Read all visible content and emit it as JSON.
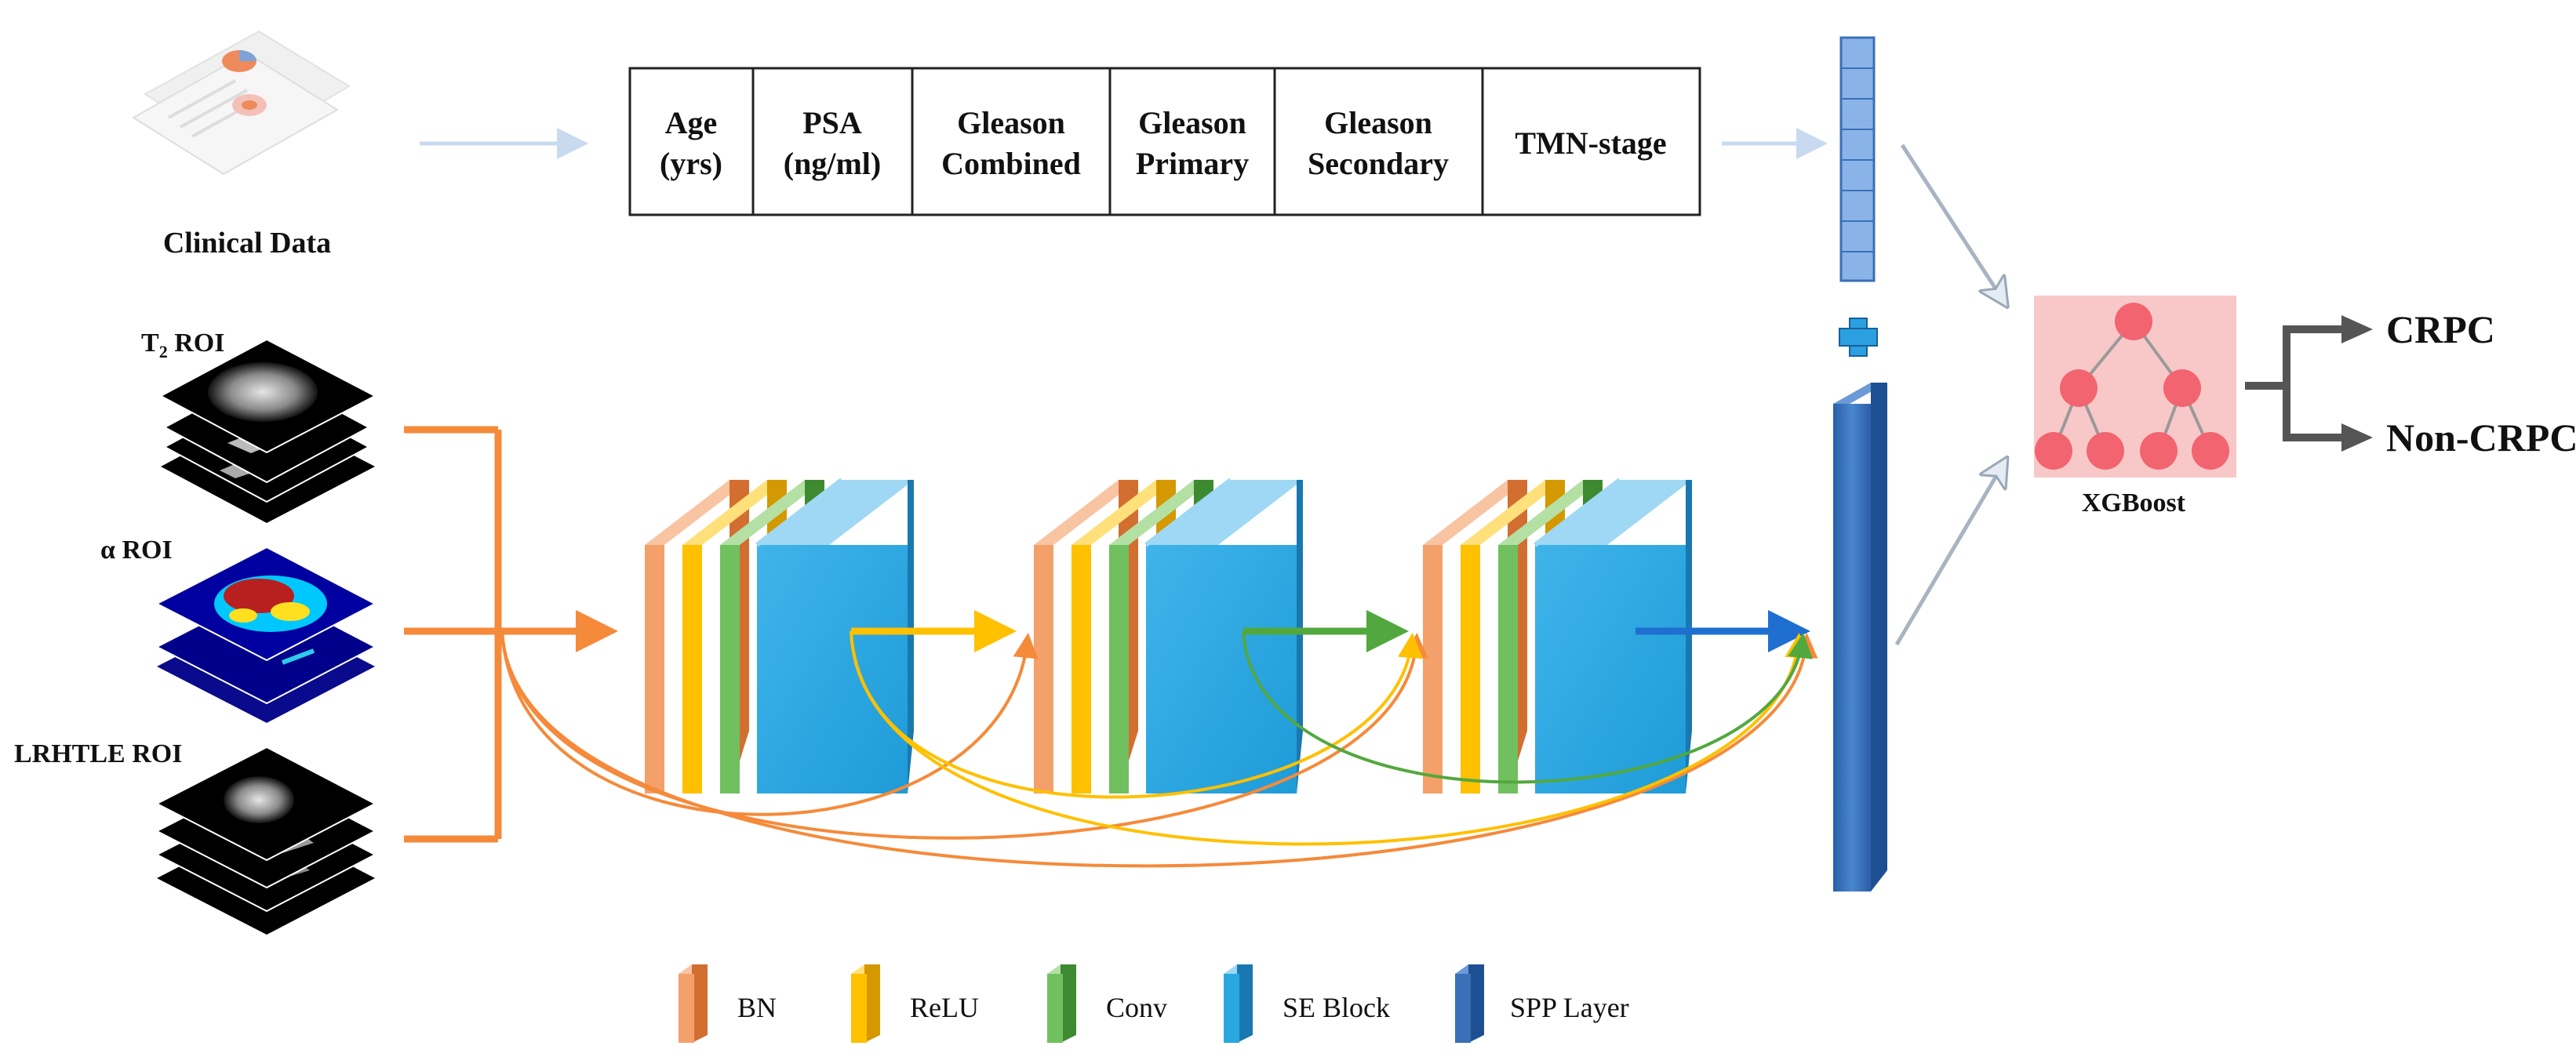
{
  "clinical": {
    "label": "Clinical Data",
    "table_headers": [
      {
        "line1": "Age",
        "line2": "(yrs)"
      },
      {
        "line1": "PSA",
        "line2": "(ng/ml)"
      },
      {
        "line1": "Gleason",
        "line2": "Combined"
      },
      {
        "line1": "Gleason",
        "line2": "Primary"
      },
      {
        "line1": "Gleason",
        "line2": "Secondary"
      },
      {
        "line1": "TMN-stage",
        "line2": ""
      }
    ]
  },
  "rois": {
    "t2_main": "T",
    "t2_sub": "2",
    "t2_rest": " ROI",
    "alpha": "α ROI",
    "lrhtle": "LRHTLE ROI"
  },
  "classifier": {
    "label": "XGBoost",
    "outputs": [
      "CRPC",
      "Non-CRPC"
    ]
  },
  "legend": [
    {
      "label": "BN",
      "color": "#f4a06a"
    },
    {
      "label": "ReLU",
      "color": "#ffc000"
    },
    {
      "label": "Conv",
      "color": "#70c060"
    },
    {
      "label": "SE Block",
      "color": "#29a8e0"
    },
    {
      "label": "SPP Layer",
      "color": "#3a70b8"
    }
  ],
  "icons": {
    "plus": "plus-icon",
    "document": "clinical-document-icon",
    "tree": "decision-tree-icon"
  }
}
